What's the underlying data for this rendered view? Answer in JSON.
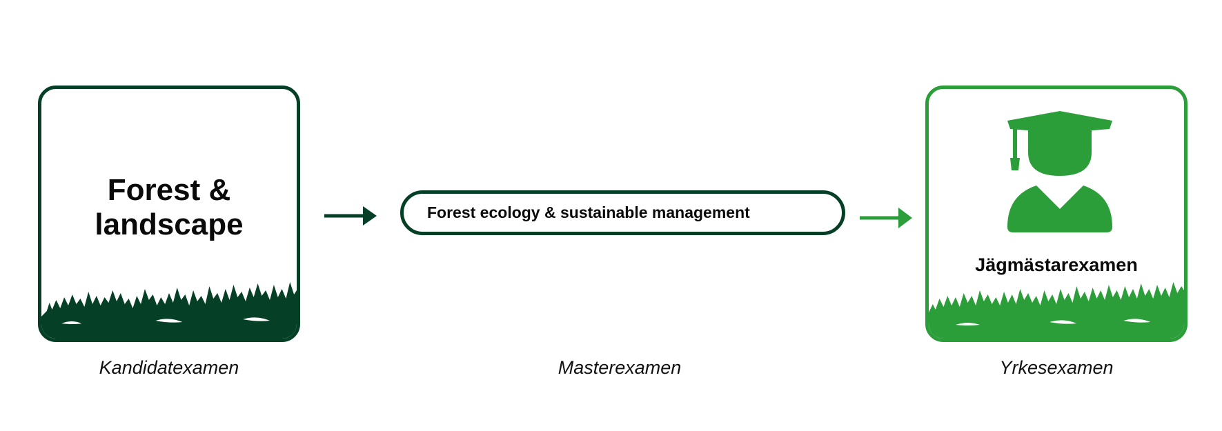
{
  "colors": {
    "dark_green": "#043f26",
    "bright_green": "#2b9e3a"
  },
  "left_box": {
    "title_line1": "Forest &",
    "title_line2": "landscape",
    "caption": "Kandidatexamen"
  },
  "middle": {
    "program": "Forest ecology & sustainable management",
    "caption": "Masterexamen"
  },
  "right_box": {
    "title": "Jägmästarexamen",
    "icon": "graduate-icon",
    "caption": "Yrkesexamen"
  }
}
